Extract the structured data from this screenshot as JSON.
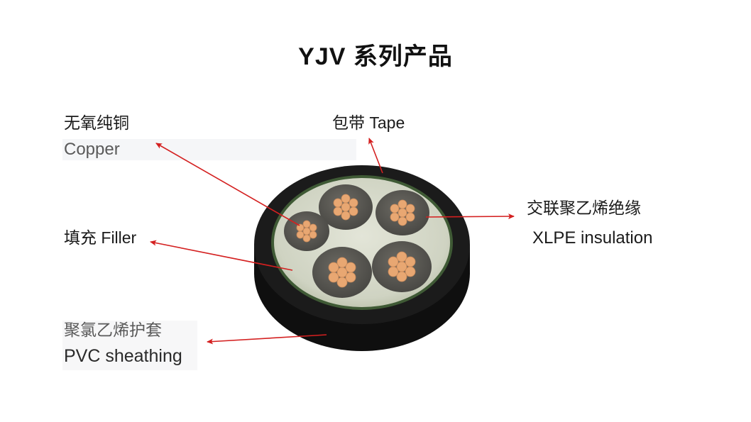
{
  "title": "YJV 系列产品",
  "labels": {
    "copper": {
      "cn": "无氧纯铜",
      "en": "Copper"
    },
    "tape": {
      "cn": "包带",
      "en": "Tape",
      "full": "包带 Tape"
    },
    "xlpe": {
      "cn": "交联聚乙烯绝缘",
      "en": "XLPE insulation"
    },
    "filler": {
      "cn": "填充",
      "en": "Filler",
      "full": "填充 Filler"
    },
    "pvc": {
      "cn": "聚氯乙烯护套",
      "en": "PVC sheathing"
    }
  },
  "colors": {
    "arrow": "#d42020",
    "sheath": "#141414",
    "filler": "#d9dccd",
    "insulation": "#5b5a55",
    "copper": "#e8a772"
  },
  "figure": {
    "subject": "cable-cross-section",
    "cores": 5
  }
}
